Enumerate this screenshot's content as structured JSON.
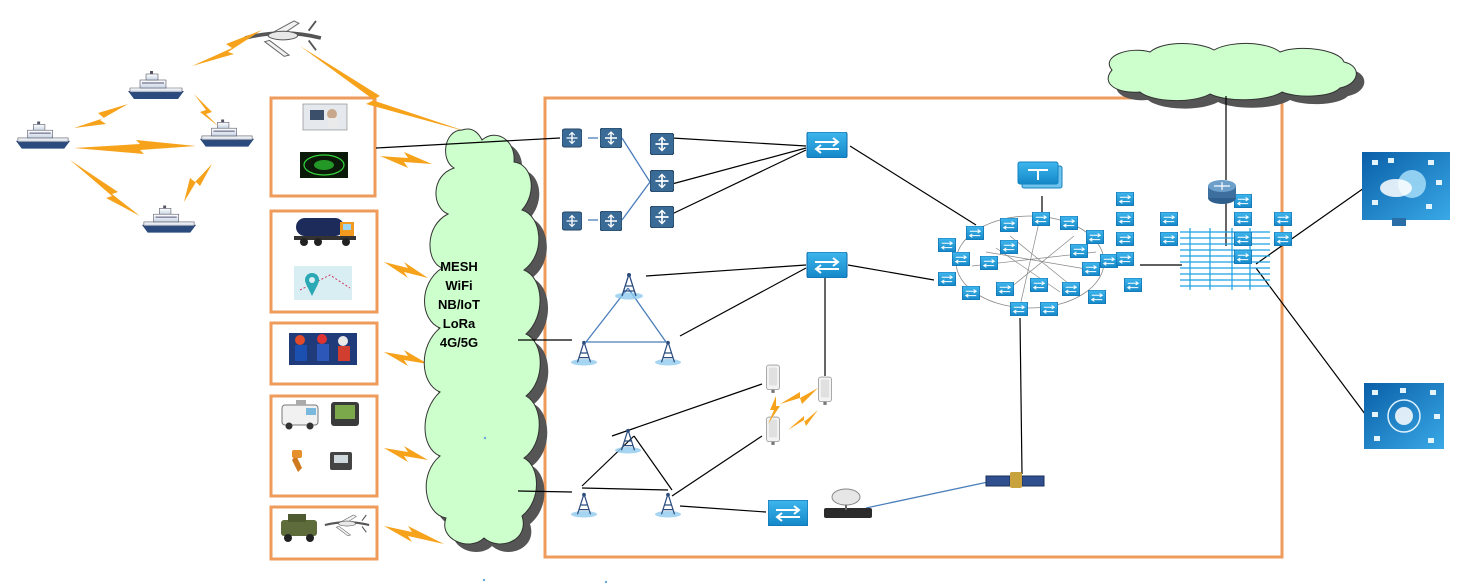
{
  "colors": {
    "frame": "#EE9B5B",
    "bolt": "#F7A21B",
    "mesh_cloud": "#CCFFCC",
    "top_cloud": "#CCFFCC",
    "device": "#1BA1E2",
    "device_dark": "#2B5C86",
    "line": "#000000",
    "blue_line": "#4A7EBB"
  },
  "mesh_cloud": {
    "lines": [
      "MESH",
      "WiFi",
      "NB/IoT",
      "LoRa",
      "4G/5G"
    ]
  },
  "icons": {
    "ships": "ship-icon",
    "uav": "uav-icon",
    "truck": "tanker-truck-icon",
    "map_pin": "map-pin-icon",
    "workers": "field-workers-photo",
    "ambulance": "ambulance-icon",
    "gps": "gps-handheld-icon",
    "military_vehicle": "armored-vehicle-icon",
    "switch": "switch-icon",
    "router": "router-icon",
    "antenna": "tower-antenna-icon",
    "radio": "panel-radio-icon",
    "satellite": "satellite-icon",
    "dish": "satellite-dish-icon",
    "iot_panel": "iot-panel-icon"
  }
}
